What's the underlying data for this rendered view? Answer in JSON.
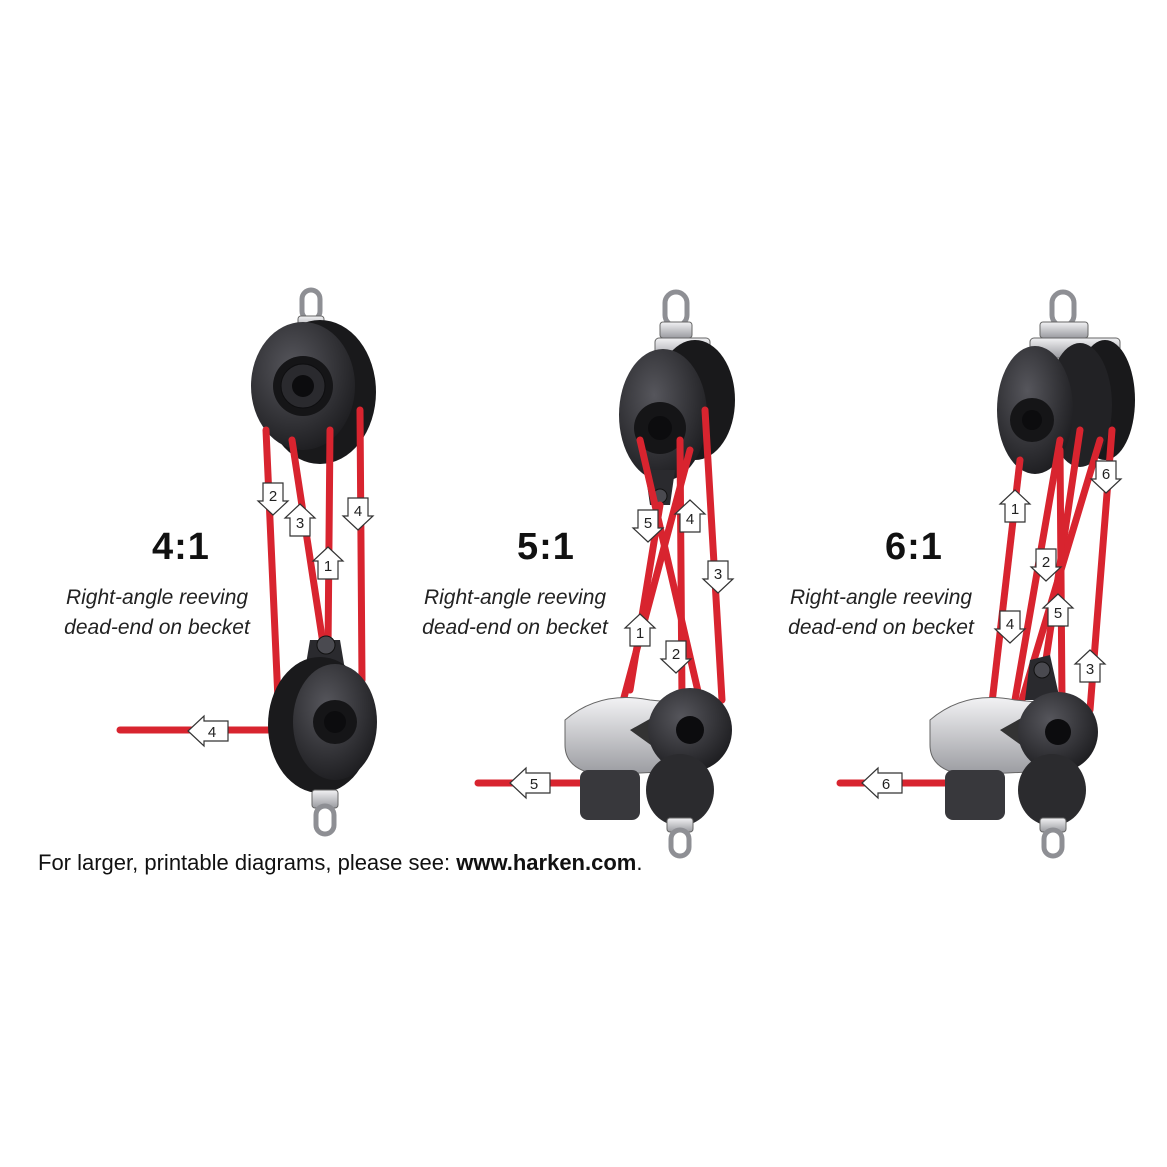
{
  "diagrams": [
    {
      "ratio": "4:1",
      "caption_line1": "Right-angle reeving",
      "caption_line2": "dead-end on becket",
      "arrow_labels": [
        "1",
        "2",
        "3",
        "4"
      ],
      "tail_label": "4"
    },
    {
      "ratio": "5:1",
      "caption_line1": "Right-angle reeving",
      "caption_line2": "dead-end on becket",
      "arrow_labels": [
        "1",
        "2",
        "3",
        "4",
        "5"
      ],
      "tail_label": "5"
    },
    {
      "ratio": "6:1",
      "caption_line1": "Right-angle reeving",
      "caption_line2": "dead-end on becket",
      "arrow_labels": [
        "1",
        "2",
        "3",
        "4",
        "5",
        "6"
      ],
      "tail_label": "6"
    }
  ],
  "footer": {
    "text": "For larger, printable diagrams, please see: ",
    "link": "www.harken.com",
    "period": "."
  },
  "colors": {
    "line": "#d8242f",
    "line_dark": "#9e1820",
    "block": "#2b2b2e",
    "block_light": "#4a4a50",
    "steel": "#c8c9cd"
  }
}
